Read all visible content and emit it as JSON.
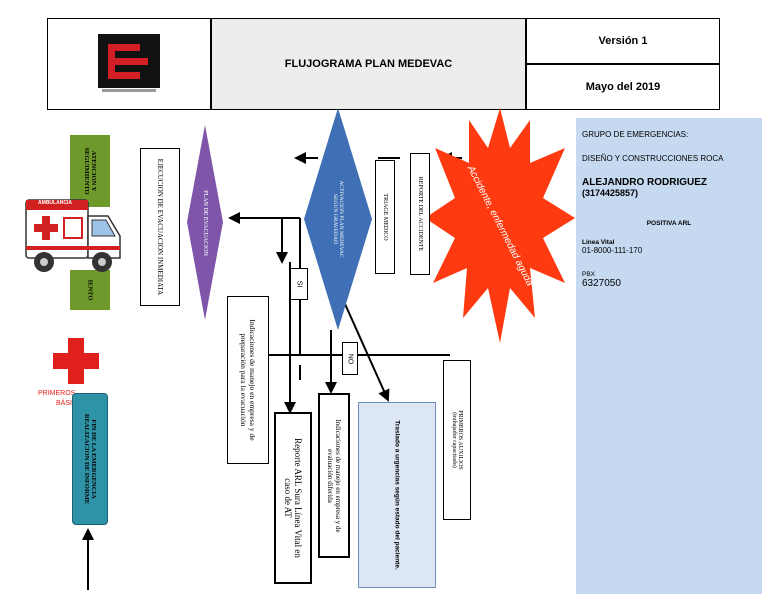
{
  "header": {
    "title": "FLUJOGRAMA PLAN MEDEVAC",
    "version": "Versión 1",
    "date": "Mayo del 2019"
  },
  "flow": {
    "accident": "Accidente, enfermedad aguda",
    "report": "REPORTE DEL ACCIDENTE",
    "triage": "TRIAGE MEDICO",
    "activate": "ACTIVACION PLAN MEDEVAC SEGUN GRAVEDAD",
    "si": "SI",
    "no": "NO",
    "evac_plan": "PLAN DE EVACUACION",
    "evac_exec": "EJECUCION DE EVACUACION INMEDIATA",
    "attention": "ATENCION Y SEGUIMIENTO",
    "treatment": "IENTO",
    "instructions_1": "Indicaciones de manejo en empresa y de preparación para la evacuación",
    "report_arl": "Reporte ARL Sura Línea Vital en caso de AT",
    "instructions_2": "Indicaciones de manejo en empresa y de evaluación diferida",
    "transfer": "Traslado a urgencias según estado del paciente.",
    "first_aid": "PRIMEROS AUXILIOS (trabajador capacitado)",
    "first_aid_red": "PRIMEROS",
    "first_aid_red_2": "BÁSI",
    "end": "FIN DE LA EMERGENCIA REALIZACION DE INFORME",
    "ambulance_label": "AMBULANCIA"
  },
  "contact": {
    "group": "GRUPO DE EMERGENCIAS:",
    "company": "DISEÑO Y CONSTRUCCIONES ROCA",
    "name": "ALEJANDRO RODRIGUEZ",
    "phone": "(3174425857)",
    "arl": "POSITIVA ARL",
    "linea_label": "Línea Vital",
    "linea_number": "01-8000-111-170",
    "pbx_label": "PBX",
    "pbx_number": "6327050"
  },
  "colors": {
    "diamond": "#3f6fb4",
    "plan_shape": "#7e55a8",
    "star": "#ff3a10",
    "panel": "#c5d9f1",
    "green_box": "#6e9a2c",
    "end_box": "#2f93a8",
    "cross": "#e0201c",
    "header_gray": "#ededed"
  }
}
